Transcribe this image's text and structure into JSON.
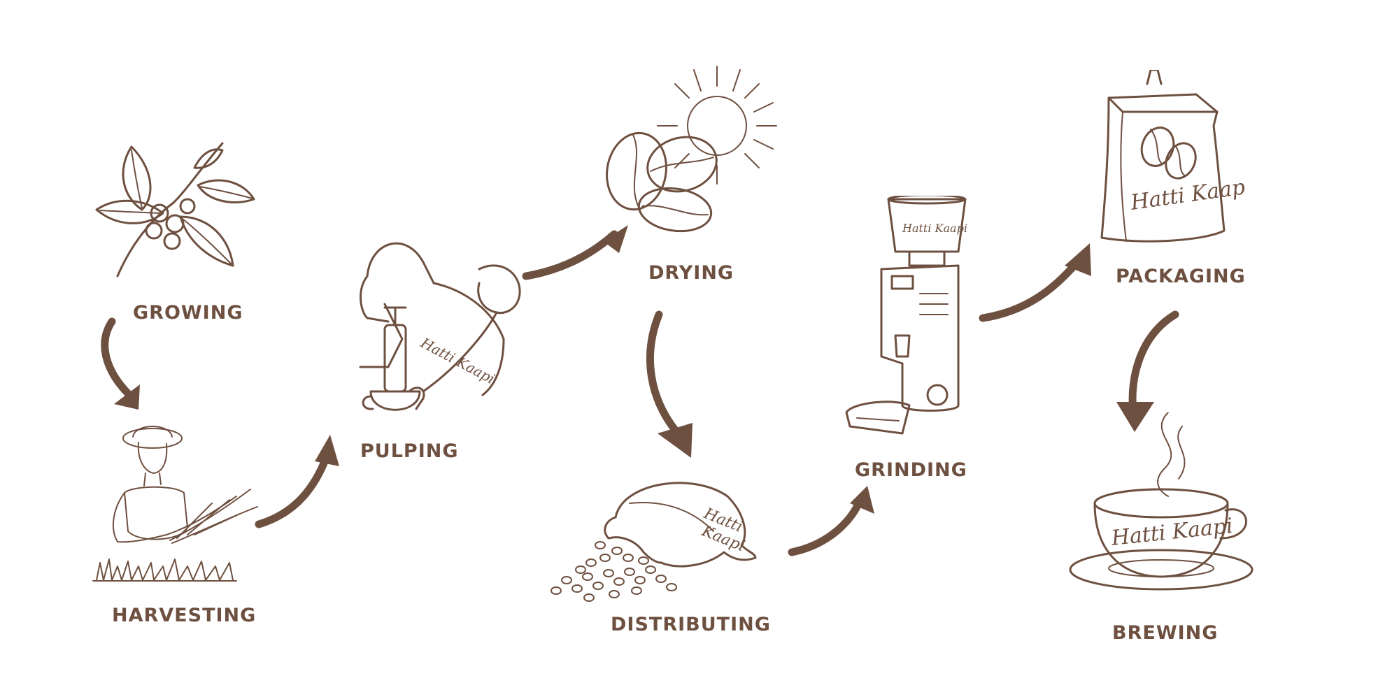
{
  "colors": {
    "ink": "#6e5040",
    "background": "#ffffff"
  },
  "brand": "Hatti Kaapi",
  "steps": {
    "growing": "GROWING",
    "harvesting": "HARVESTING",
    "pulping": "PULPING",
    "drying": "DRYING",
    "distributing": "DISTRIBUTING",
    "grinding": "GRINDING",
    "packaging": "PACKAGING",
    "brewing": "BREWING"
  },
  "icons": [
    "coffee-plant-icon",
    "harvester-icon",
    "pulping-press-icon",
    "sun-beans-icon",
    "coffee-sack-icon",
    "grinder-icon",
    "coffee-bag-icon",
    "coffee-cup-icon"
  ]
}
